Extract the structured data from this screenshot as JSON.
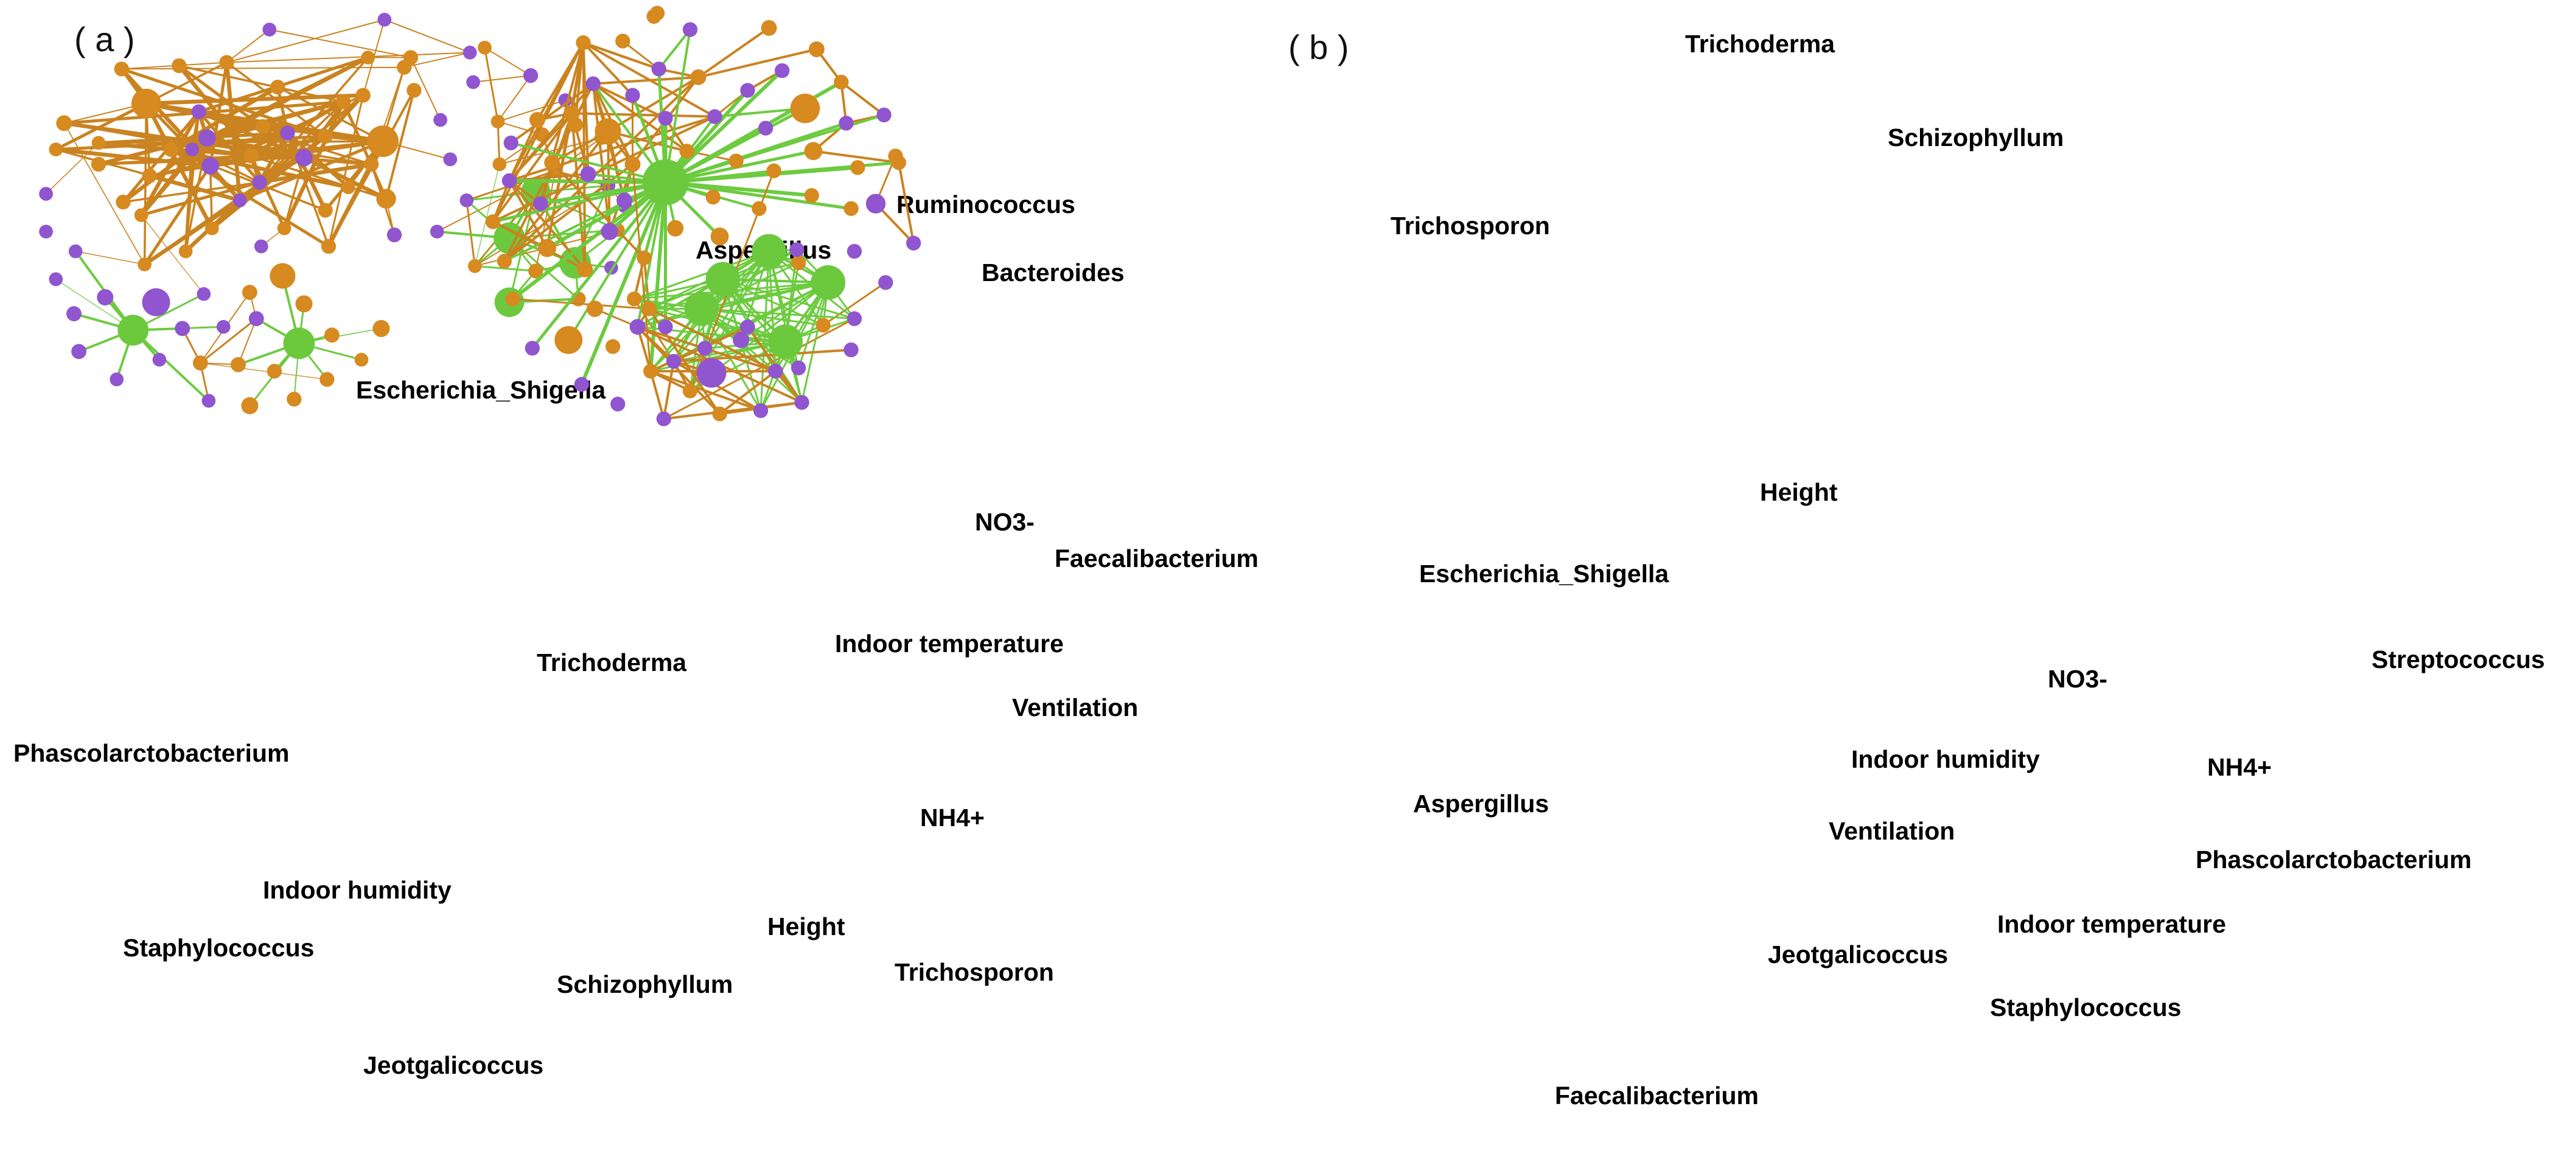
{
  "colors": {
    "fungi_edge": "#C98320",
    "env_edge": "#6CCB3F",
    "fungi_node": "#D68A1F",
    "bacteria_node": "#9055CF",
    "env_node": "#6CC93E"
  },
  "panels": [
    {
      "letter": "( a )",
      "labels": [
        {
          "text": "Escherichia_Shigella"
        },
        {
          "text": "Aspergillus"
        },
        {
          "text": "Ruminococcus"
        },
        {
          "text": "Bacteroides"
        },
        {
          "text": "NO3-"
        },
        {
          "text": "Faecalibacterium"
        },
        {
          "text": "Indoor temperature"
        },
        {
          "text": "Ventilation"
        },
        {
          "text": "NH4+"
        },
        {
          "text": "Trichoderma"
        },
        {
          "text": "Phascolarctobacterium"
        },
        {
          "text": "Indoor humidity"
        },
        {
          "text": "Staphylococcus"
        },
        {
          "text": "Height"
        },
        {
          "text": "Schizophyllum"
        },
        {
          "text": "Trichosporon"
        },
        {
          "text": "Jeotgalicoccus"
        }
      ]
    },
    {
      "letter": "( b )",
      "labels": [
        {
          "text": "Trichoderma"
        },
        {
          "text": "Schizophyllum"
        },
        {
          "text": "Trichosporon"
        },
        {
          "text": "Height"
        },
        {
          "text": "Escherichia_Shigella"
        },
        {
          "text": "NO3-"
        },
        {
          "text": "Streptococcus"
        },
        {
          "text": "Indoor humidity"
        },
        {
          "text": "NH4+"
        },
        {
          "text": "Aspergillus"
        },
        {
          "text": "Ventilation"
        },
        {
          "text": "Phascolarctobacterium"
        },
        {
          "text": "Indoor temperature"
        },
        {
          "text": "Jeotgalicoccus"
        },
        {
          "text": "Staphylococcus"
        },
        {
          "text": "Faecalibacterium"
        }
      ]
    }
  ]
}
